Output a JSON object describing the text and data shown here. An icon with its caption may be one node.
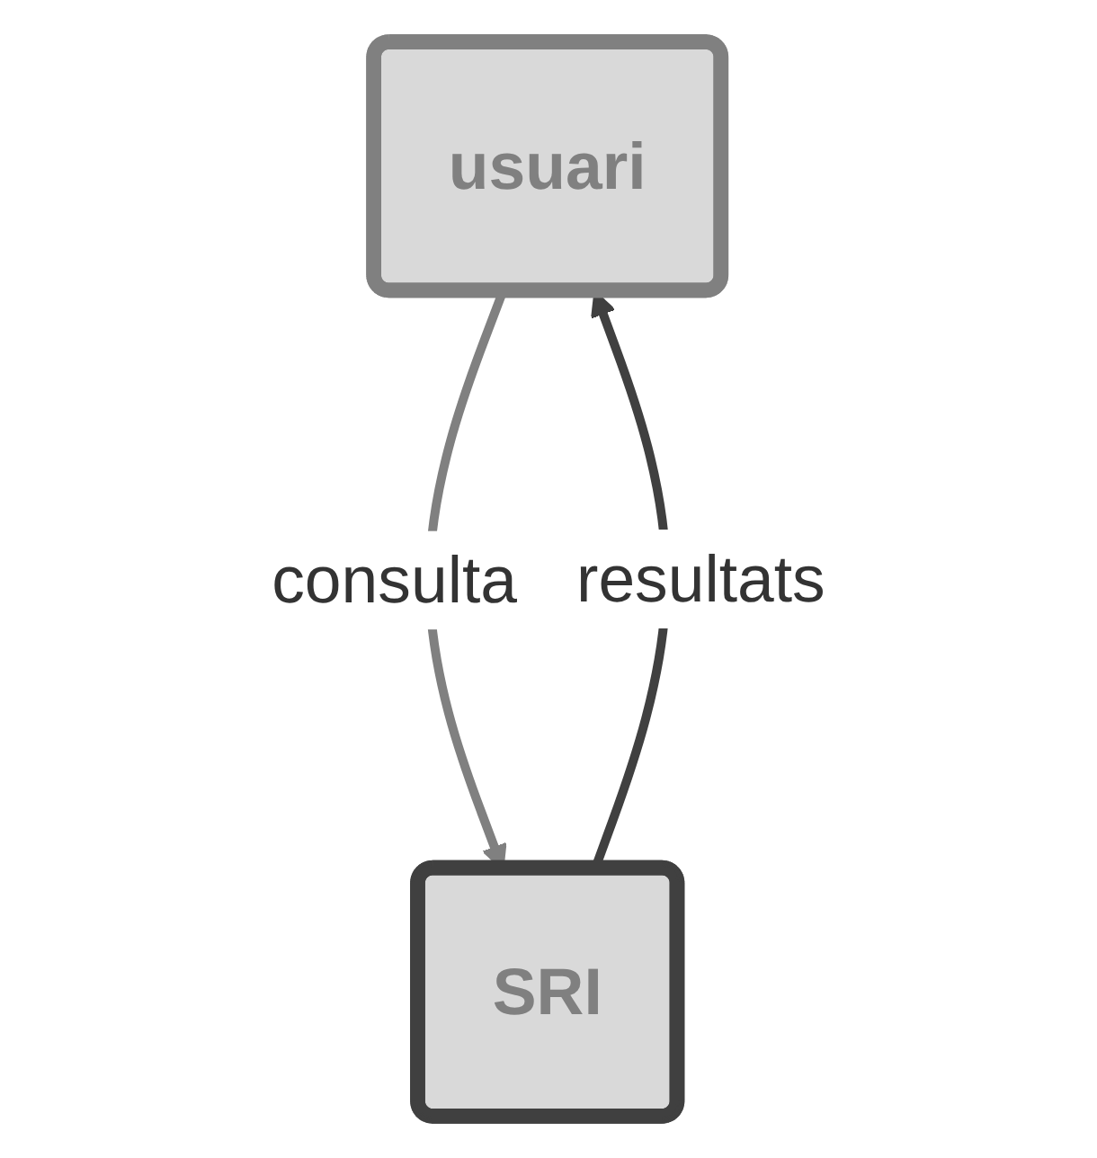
{
  "diagram": {
    "nodes": [
      {
        "text": [
          "usuari"
        ]
      },
      {
        "text": [
          "SRI"
        ]
      }
    ],
    "edges": [
      {
        "from": 0,
        "to": 1,
        "arrow": "to",
        "label": "consulta",
        "color": "#808080"
      },
      {
        "from": 1,
        "to": 0,
        "arrow": "to",
        "label": "resultats",
        "color": "#404040"
      }
    ]
  }
}
